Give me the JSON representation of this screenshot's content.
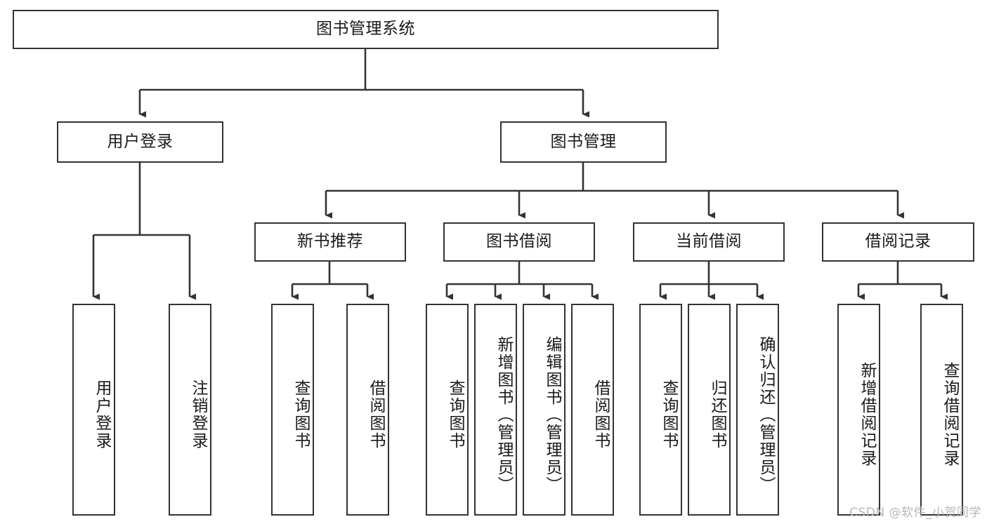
{
  "diagram": {
    "type": "tree-hierarchy",
    "title": "图书管理系统",
    "watermark": "CSDN @软件_小贺同学",
    "colors": {
      "box_border": "#333333",
      "box_fill": "#ffffff",
      "edge": "#333333",
      "text": "#1a1a1a",
      "watermark": "#b6b6b6",
      "background": "#ffffff"
    },
    "levels": {
      "root": {
        "label": "图书管理系统"
      },
      "level2": [
        {
          "label": "用户登录"
        },
        {
          "label": "图书管理"
        }
      ],
      "level3": [
        {
          "label": "新书推荐"
        },
        {
          "label": "图书借阅"
        },
        {
          "label": "当前借阅"
        },
        {
          "label": "借阅记录"
        }
      ],
      "leaves": {
        "user_login": [
          {
            "label": "用户登录"
          },
          {
            "label": "注销登录"
          }
        ],
        "new_book": [
          {
            "label": "查询图书"
          },
          {
            "label": "借阅图书"
          }
        ],
        "book_borrow": [
          {
            "label": "查询图书"
          },
          {
            "label": "新增图书（管理员）"
          },
          {
            "label": "编辑图书（管理员）"
          },
          {
            "label": "借阅图书"
          }
        ],
        "current_borrow": [
          {
            "label": "查询图书"
          },
          {
            "label": "归还图书"
          },
          {
            "label": "确认归还（管理员）"
          }
        ],
        "borrow_record": [
          {
            "label": "新增借阅记录"
          },
          {
            "label": "查询借阅记录"
          }
        ]
      }
    }
  }
}
